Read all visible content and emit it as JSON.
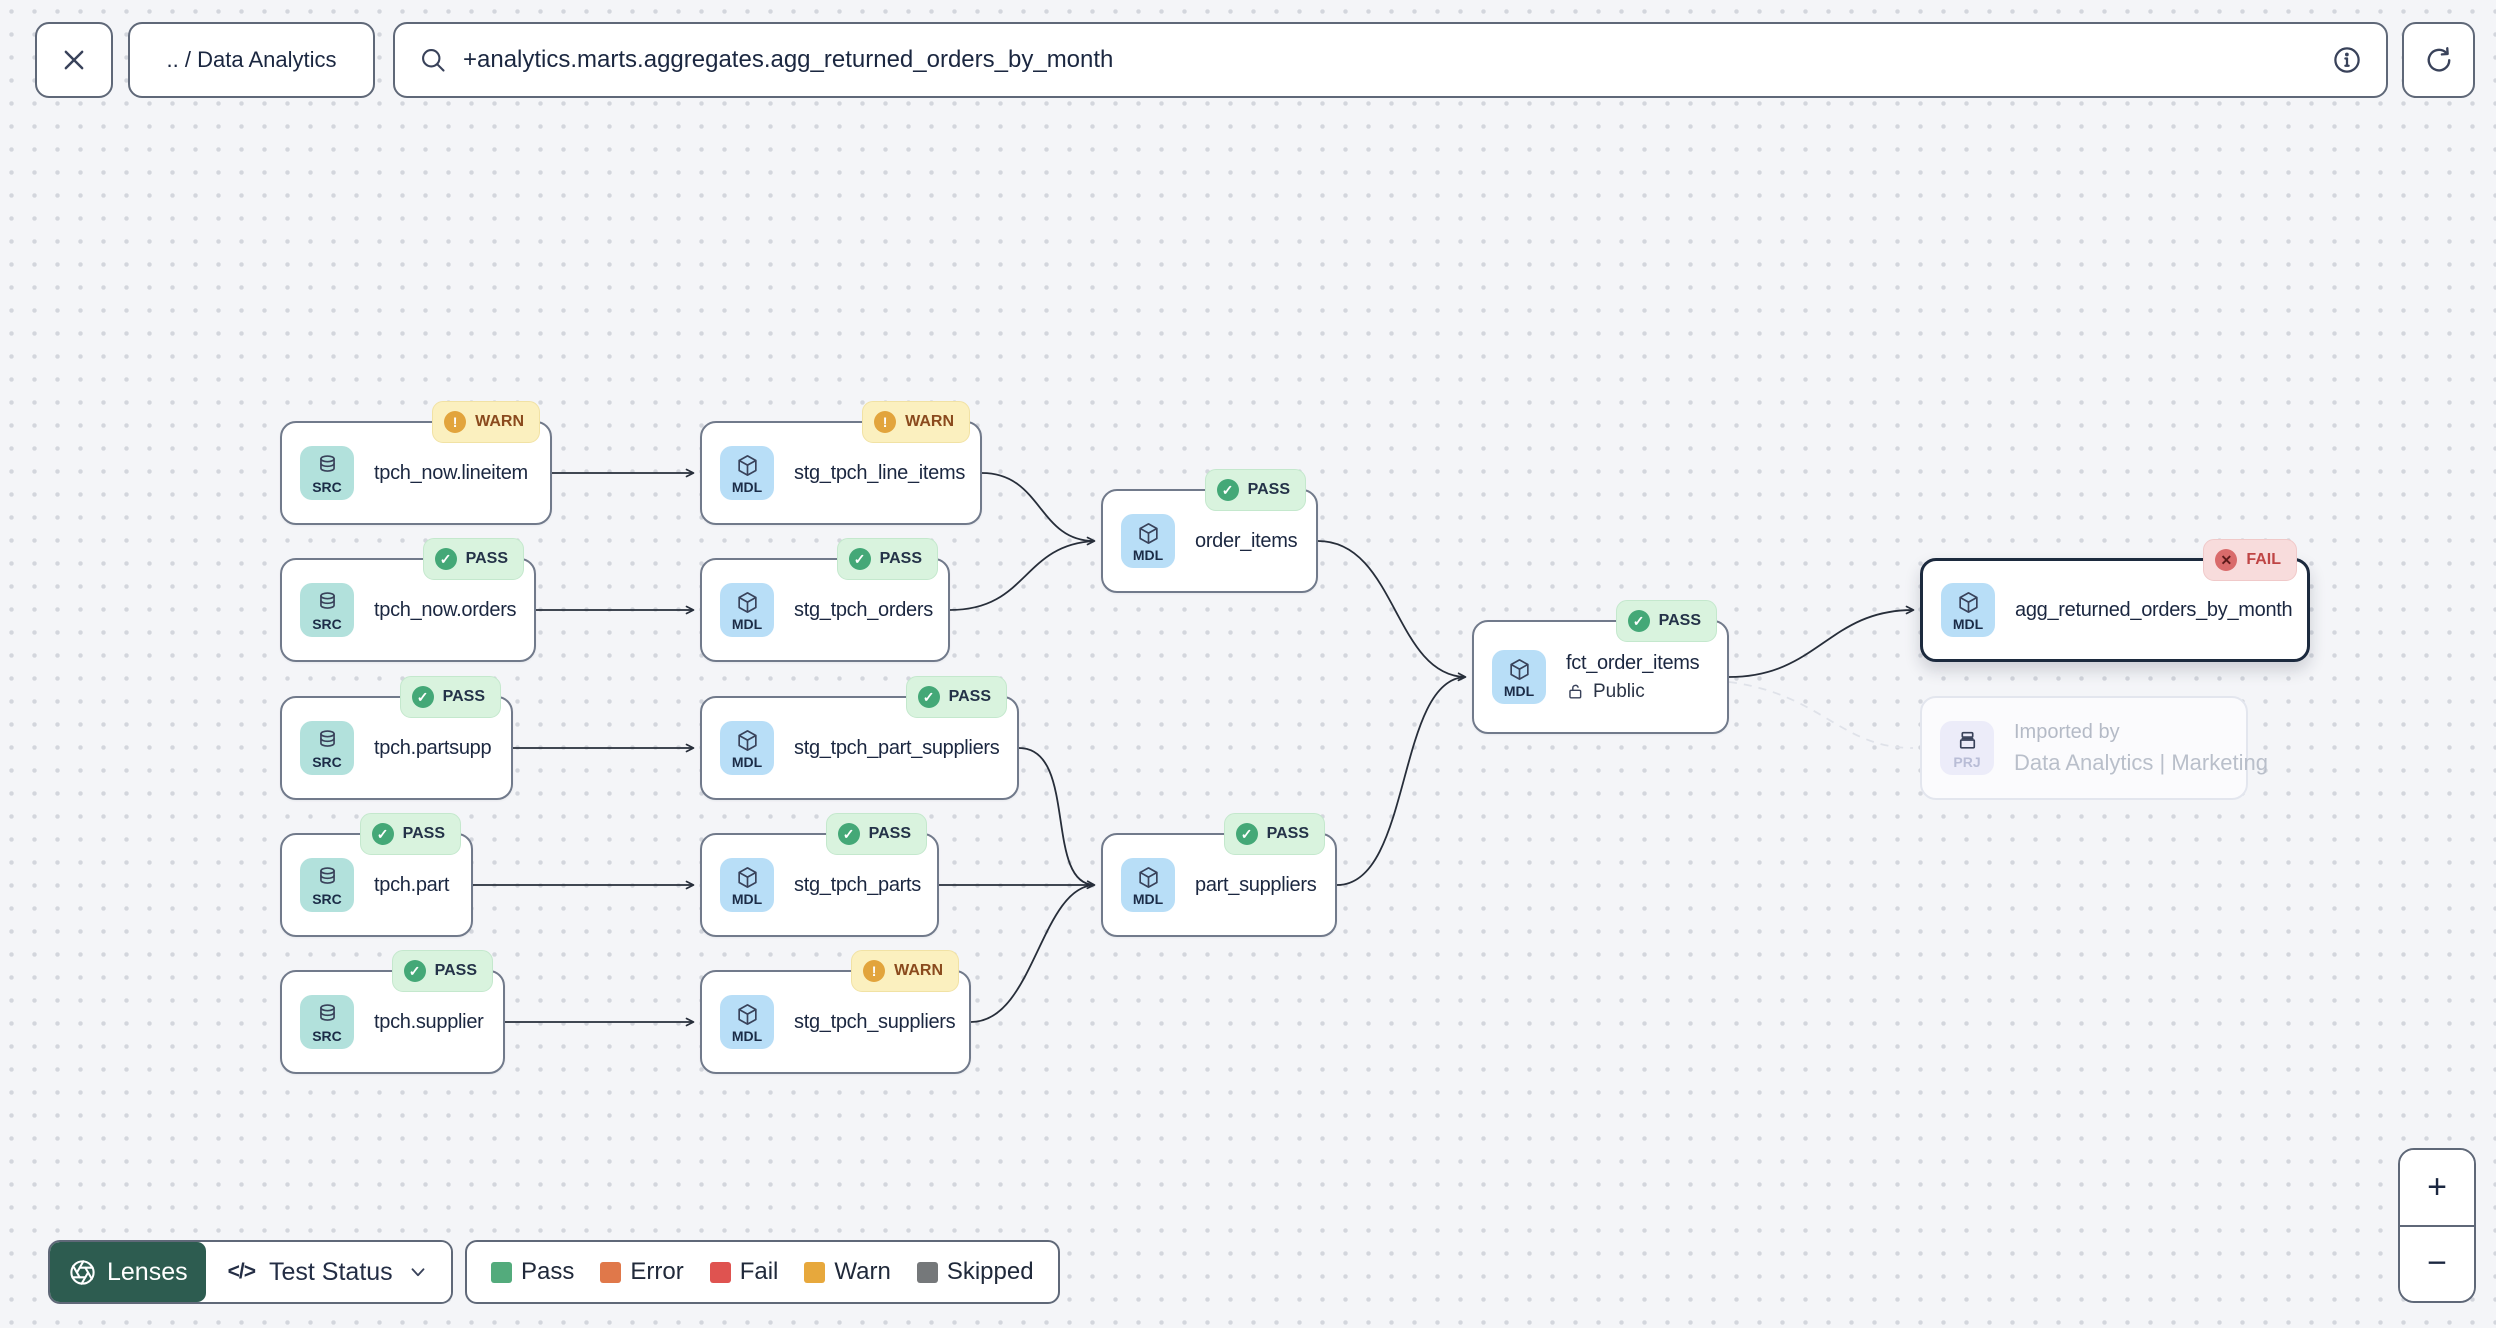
{
  "topbar": {
    "breadcrumb": ".. / Data Analytics",
    "search_query": "+analytics.marts.aggregates.agg_returned_orders_by_month"
  },
  "graph": {
    "nodes": [
      {
        "id": "tpch_now.lineitem",
        "kind": "SRC",
        "label": "tpch_now.lineitem",
        "status": "WARN"
      },
      {
        "id": "stg_tpch_line_items",
        "kind": "MDL",
        "label": "stg_tpch_line_items",
        "status": "WARN"
      },
      {
        "id": "order_items",
        "kind": "MDL",
        "label": "order_items",
        "status": "PASS"
      },
      {
        "id": "tpch_now.orders",
        "kind": "SRC",
        "label": "tpch_now.orders",
        "status": "PASS"
      },
      {
        "id": "stg_tpch_orders",
        "kind": "MDL",
        "label": "stg_tpch_orders",
        "status": "PASS"
      },
      {
        "id": "tpch.partsupp",
        "kind": "SRC",
        "label": "tpch.partsupp",
        "status": "PASS"
      },
      {
        "id": "stg_tpch_part_suppliers",
        "kind": "MDL",
        "label": "stg_tpch_part_suppliers",
        "status": "PASS"
      },
      {
        "id": "tpch.part",
        "kind": "SRC",
        "label": "tpch.part",
        "status": "PASS"
      },
      {
        "id": "stg_tpch_parts",
        "kind": "MDL",
        "label": "stg_tpch_parts",
        "status": "PASS"
      },
      {
        "id": "part_suppliers",
        "kind": "MDL",
        "label": "part_suppliers",
        "status": "PASS"
      },
      {
        "id": "tpch.supplier",
        "kind": "SRC",
        "label": "tpch.supplier",
        "status": "PASS"
      },
      {
        "id": "stg_tpch_suppliers",
        "kind": "MDL",
        "label": "stg_tpch_suppliers",
        "status": "WARN"
      },
      {
        "id": "fct_order_items",
        "kind": "MDL",
        "label": "fct_order_items",
        "status": "PASS",
        "access": "Public"
      },
      {
        "id": "agg_returned_orders_by_month",
        "kind": "MDL",
        "label": "agg_returned_orders_by_month",
        "status": "FAIL",
        "selected": true
      },
      {
        "id": "imported_by_project",
        "kind": "PRJ",
        "title": "Imported by",
        "label": "Data Analytics | Marketing"
      }
    ],
    "edges": [
      [
        "tpch_now.lineitem",
        "stg_tpch_line_items"
      ],
      [
        "tpch_now.orders",
        "stg_tpch_orders"
      ],
      [
        "tpch.partsupp",
        "stg_tpch_part_suppliers"
      ],
      [
        "tpch.part",
        "stg_tpch_parts"
      ],
      [
        "tpch.supplier",
        "stg_tpch_suppliers"
      ],
      [
        "stg_tpch_line_items",
        "order_items"
      ],
      [
        "stg_tpch_orders",
        "order_items"
      ],
      [
        "stg_tpch_part_suppliers",
        "part_suppliers"
      ],
      [
        "stg_tpch_parts",
        "part_suppliers"
      ],
      [
        "stg_tpch_suppliers",
        "part_suppliers"
      ],
      [
        "order_items",
        "fct_order_items"
      ],
      [
        "part_suppliers",
        "fct_order_items"
      ],
      [
        "fct_order_items",
        "agg_returned_orders_by_month"
      ],
      [
        "fct_order_items",
        "imported_by_project"
      ]
    ]
  },
  "footer": {
    "lenses_label": "Lenses",
    "lens_selected": "Test Status",
    "legend": [
      {
        "label": "Pass",
        "color": "#53ab7c"
      },
      {
        "label": "Error",
        "color": "#e0784a"
      },
      {
        "label": "Fail",
        "color": "#df5350"
      },
      {
        "label": "Warn",
        "color": "#e7a83c"
      },
      {
        "label": "Skipped",
        "color": "#75787a"
      }
    ]
  },
  "zoom_controls": {
    "zoom_in": "+",
    "zoom_out": "−"
  }
}
